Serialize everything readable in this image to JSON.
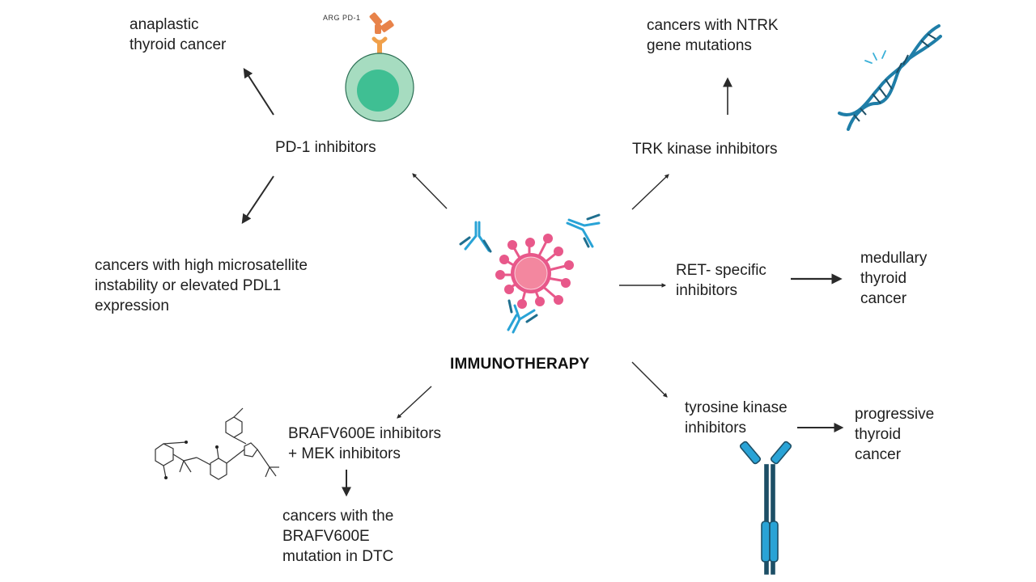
{
  "diagram": {
    "center": {
      "title": "IMMUNOTHERAPY",
      "icon": "virus-with-antibodies-icon"
    },
    "colors": {
      "text": "#1e1e1e",
      "arrow": "#2a2a2a",
      "virus": "#e8588a",
      "virus_core": "#f3879f",
      "antibody": "#29a3d6",
      "antibody_dark": "#1f6f8f",
      "dna": "#1f7ea8",
      "cell_outer": "#a6dcc0",
      "cell_inner": "#3fbf93",
      "pd1_receptor": "#f0a04a",
      "anti_pd1": "#e8834a"
    },
    "nodes": {
      "pd1": {
        "label": "PD-1 inhibitors"
      },
      "anaplastic": {
        "label": "anaplastic\nthyroid cancer"
      },
      "msi": {
        "label": "cancers with high microsatellite\ninstability or elevated PDL1\nexpression"
      },
      "trk": {
        "label": "TRK kinase inhibitors"
      },
      "ntrk": {
        "label": "cancers with NTRK\ngene mutations"
      },
      "ret": {
        "label": "RET- specific\ninhibitors"
      },
      "medullary": {
        "label": "medullary\nthyroid\ncancer"
      },
      "tki": {
        "label": "tyrosine kinase\ninhibitors"
      },
      "progressive": {
        "label": "progressive\nthyroid\ncancer"
      },
      "braf": {
        "label": "BRAFV600E inhibitors\n+ MEK inhibitors"
      },
      "braf_dtc": {
        "label": "cancers with the\nBRAFV600E\nmutation in DTC"
      }
    },
    "illustrations": {
      "t_cell": {
        "icon": "t-cell-icon",
        "caption": "ARG PD-1"
      },
      "dna": {
        "icon": "dna-helix-icon"
      },
      "molecule": {
        "icon": "chemical-structure-icon"
      },
      "antibody": {
        "icon": "antibody-icon"
      }
    },
    "edges": [
      {
        "from": "center",
        "to": "pd1"
      },
      {
        "from": "pd1",
        "to": "anaplastic"
      },
      {
        "from": "pd1",
        "to": "msi"
      },
      {
        "from": "center",
        "to": "trk"
      },
      {
        "from": "trk",
        "to": "ntrk"
      },
      {
        "from": "center",
        "to": "ret"
      },
      {
        "from": "ret",
        "to": "medullary"
      },
      {
        "from": "center",
        "to": "tki"
      },
      {
        "from": "tki",
        "to": "progressive"
      },
      {
        "from": "center",
        "to": "braf"
      },
      {
        "from": "braf",
        "to": "braf_dtc"
      }
    ]
  }
}
